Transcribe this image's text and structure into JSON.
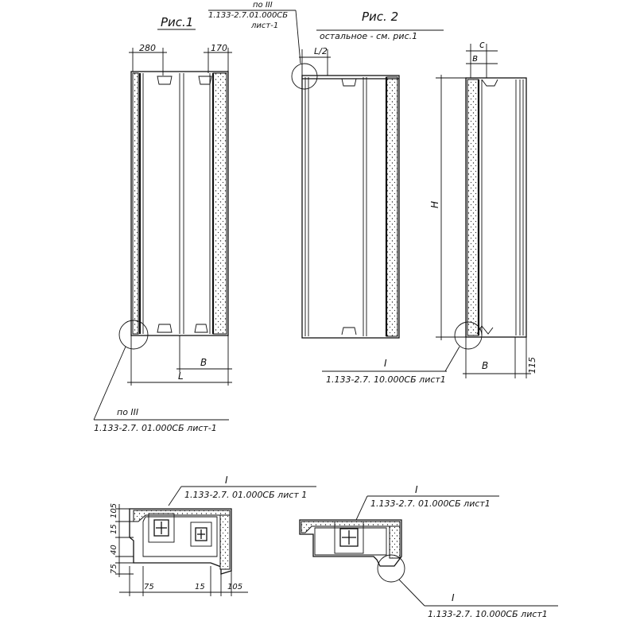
{
  "fig1": {
    "title": "Рис.1",
    "dim_280": "280",
    "dim_170": "170",
    "dim_L": "L",
    "dim_B": "B",
    "ref_top_line1": "по III",
    "ref_top_line2": "1.133-2.7.01.000СБ",
    "ref_top_line3": "лист-1",
    "ref_bottom_line1": "по III",
    "ref_bottom_line2": "1.133-2.7. 01.000СБ лист-1"
  },
  "fig2": {
    "title": "Рис. 2",
    "note": "остальное - см. рис.1",
    "dim_L2": "L/2",
    "dim_c": "c",
    "dim_b": "в",
    "dim_H": "H",
    "dim_B": "B",
    "dim_115": "115",
    "ref_I_label": "I",
    "ref_I_text": "1.133-2.7. 10.000СБ лист1"
  },
  "section_left": {
    "ref_label": "I",
    "ref_text": "1.133-2.7. 01.000СБ лист 1",
    "dim_105_v": "105",
    "dim_15_v": "15",
    "dim_40": "40",
    "dim_75_v": "75",
    "dim_75_h": "75",
    "dim_15_h": "15",
    "dim_105_h": "105"
  },
  "section_right": {
    "ref_top_label": "I",
    "ref_top_text": "1.133-2.7. 01.000СБ лист1",
    "ref_bottom_label": "I",
    "ref_bottom_text": "1.133-2.7. 10.000СБ лист1"
  },
  "colors": {
    "ink": "#111111",
    "paper": "#ffffff"
  }
}
